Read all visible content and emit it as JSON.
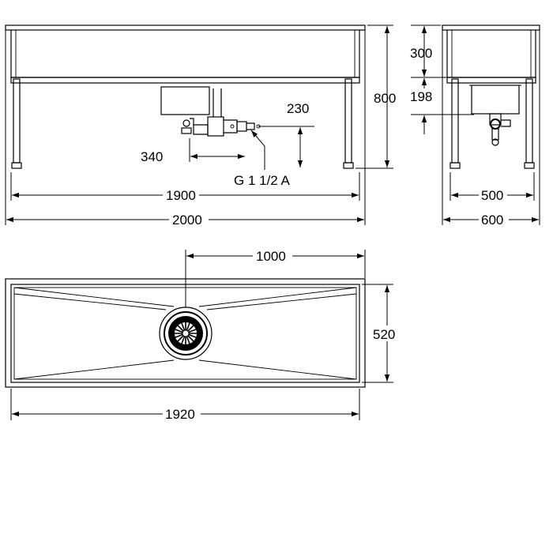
{
  "drawing": {
    "front_view": {
      "width_overall": "2000",
      "width_legs": "1900",
      "height": "800",
      "outlet_height": "230",
      "outlet_offset": "340",
      "thread": "G 1 1/2 A"
    },
    "side_view": {
      "basin_depth": "300",
      "trap_drop": "198",
      "depth_legs": "500",
      "depth_overall": "600"
    },
    "top_view": {
      "drain_offset": "1000",
      "inner_depth": "520",
      "inner_width": "1920"
    }
  },
  "colors": {
    "line": "#000000",
    "background": "#ffffff"
  }
}
